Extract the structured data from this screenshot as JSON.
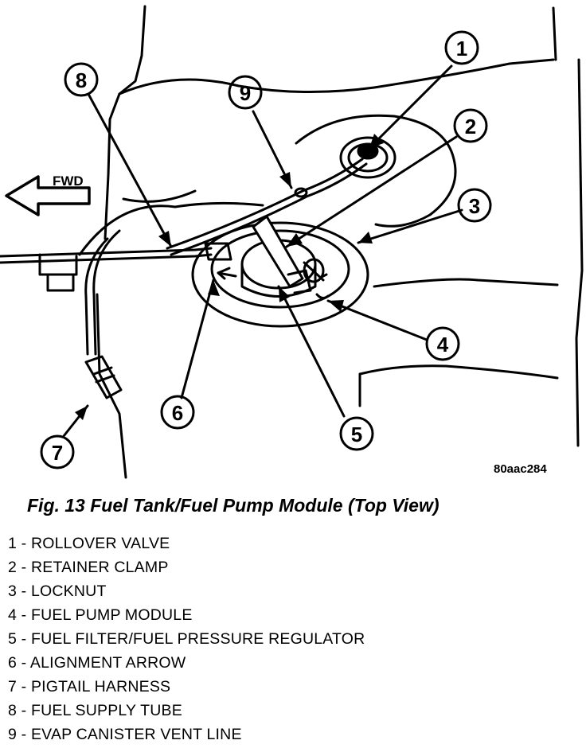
{
  "figure": {
    "direction_label": "FWD",
    "code": "80aac284",
    "callouts": [
      "1",
      "2",
      "3",
      "4",
      "5",
      "6",
      "7",
      "8",
      "9"
    ]
  },
  "caption": "Fig. 13 Fuel Tank/Fuel Pump Module (Top View)",
  "legend": [
    "1 - ROLLOVER VALVE",
    "2 - RETAINER CLAMP",
    "3 - LOCKNUT",
    "4 - FUEL PUMP MODULE",
    "5 - FUEL FILTER/FUEL PRESSURE REGULATOR",
    "6 - ALIGNMENT ARROW",
    "7 - PIGTAIL HARNESS",
    "8 - FUEL SUPPLY TUBE",
    "9 - EVAP CANISTER VENT LINE"
  ]
}
